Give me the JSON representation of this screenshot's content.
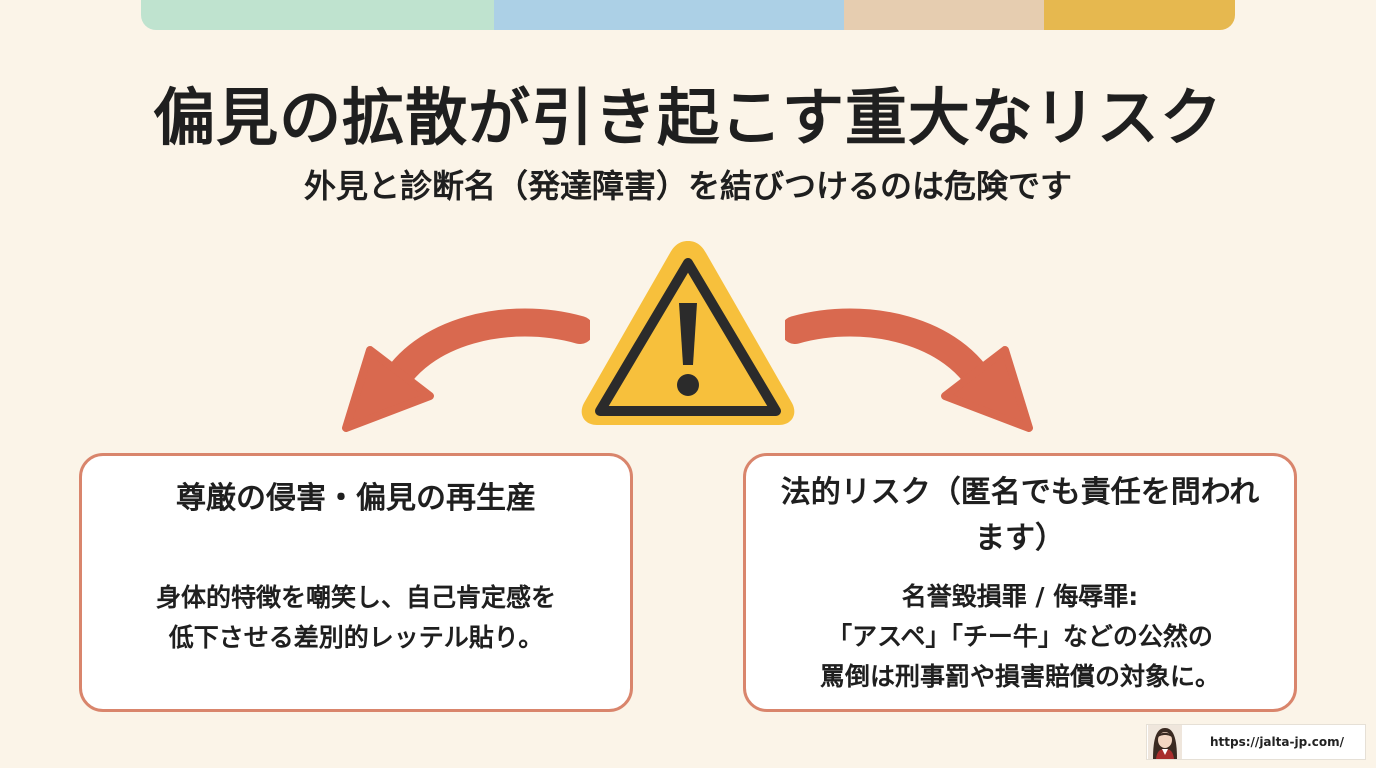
{
  "colors": {
    "background": "#fbf4e8",
    "bar_green": "#bfe3cf",
    "bar_blue": "#acd0e6",
    "bar_tan": "#e6cdb0",
    "bar_gold": "#e6b84f",
    "arrow": "#d9694f",
    "warning_fill": "#f7c03c",
    "warning_border": "#2b2b2b",
    "card_border": "#d9856c"
  },
  "header": {
    "title": "偏見の拡散が引き起こす重大なリスク",
    "subtitle": "外見と診断名（発達障害）を結びつけるのは危険です"
  },
  "cards": {
    "dignity": {
      "title": "尊厳の侵害・偏見の再生産",
      "body_lines": [
        "身体的特徴を嘲笑し、自己肯定感を",
        "低下させる差別的レッテル貼り。"
      ]
    },
    "legal": {
      "title": "法的リスク（匿名でも責任を問われます）",
      "body_lines": [
        "名誉毀損罪 / 侮辱罪:",
        "「アスペ」「チー牛」などの公然の",
        "罵倒は刑事罰や損害賠償の対象に。"
      ]
    }
  },
  "watermark": {
    "url": "https://jalta-jp.com/"
  }
}
